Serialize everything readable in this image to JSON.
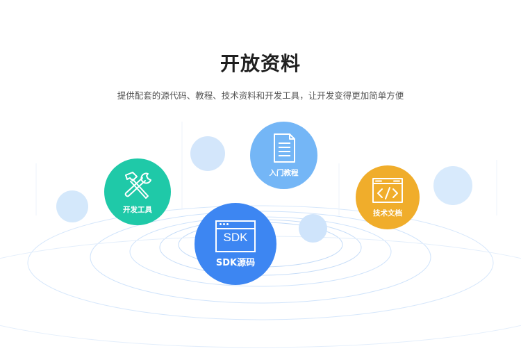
{
  "header": {
    "title": "开放资料",
    "subtitle": "提供配套的源代码、教程、技术资料和开发工具，让开发变得更加简单方便"
  },
  "features": {
    "tools": {
      "label": "开发工具",
      "color": "#1fc9a8"
    },
    "tutorial": {
      "label": "入门教程",
      "color": "#74b6f6"
    },
    "sdk": {
      "label": "SDK源码",
      "icon_text": "SDK",
      "color": "#3d86f2"
    },
    "docs": {
      "label": "技术文档",
      "color": "#f0ad2b"
    }
  }
}
